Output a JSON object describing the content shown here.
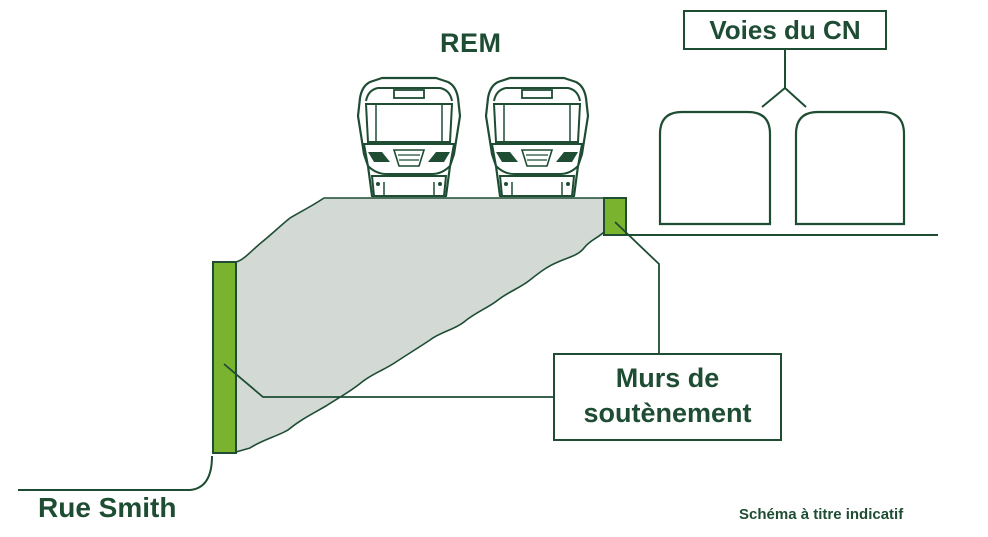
{
  "labels": {
    "rem": "REM",
    "cn_tracks": "Voies du CN",
    "retaining_walls_line1": "Murs de",
    "retaining_walls_line2": "soutènement",
    "street": "Rue Smith",
    "note": "Schéma à titre indicatif"
  },
  "colors": {
    "ink": "#1e4d34",
    "wall_fill": "#7ab32e",
    "embankment_fill": "#d3d9d4",
    "background": "#ffffff"
  },
  "icons": [
    "rem-train-icon",
    "cn-railcar-icon"
  ]
}
